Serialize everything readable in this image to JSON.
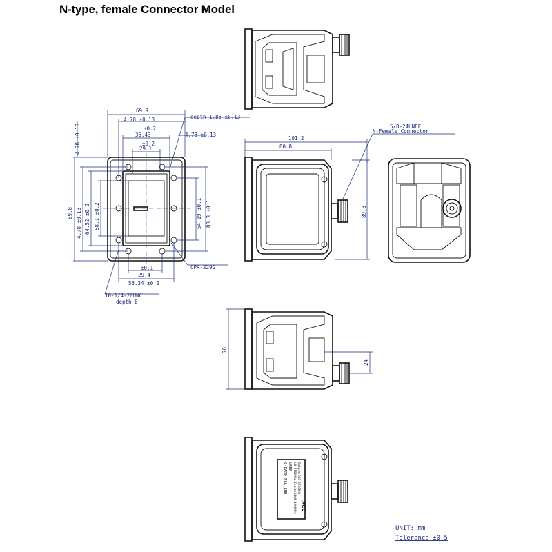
{
  "title": "N-type, female Connector Model",
  "front_view": {
    "dims": {
      "overall_width": "69.9",
      "flange_edge": "4.78 ±0.13",
      "opening_depth": "depth 1.86 ±0.13",
      "tol_02_a": "±0.2",
      "opening_w": "35.43",
      "right_edge": "4.78 ±0.13",
      "tol_02_b": "±0.2",
      "slot_w": "29.1",
      "left_edge_vert": "4.78 ±0.13",
      "overall_height": "89.8",
      "h_4_78": "4.78 ±0.13",
      "h_64_52": "64.52 ±0.2",
      "h_58_1": "58.1 ±0.2",
      "h_54_19": "54.19 ±0.1",
      "h_83_3": "83.3 ±0.1",
      "tol_01": "±0.1",
      "bottom_inner": "29.4",
      "bottom_outer": "53.34 ±0.1",
      "flange_type": "CPR-229G",
      "thread": "10-1/4-20UNC",
      "thread_depth": "depth 8"
    }
  },
  "side_view": {
    "dims": {
      "length_total": "101.2",
      "length_body": "80.8",
      "connector_thread": "5/8-24UNEF",
      "connector_type": "N-Female Connector",
      "height": "89.8"
    }
  },
  "bottom_view": {
    "dims": {
      "height": "76",
      "connector_offset": "24"
    }
  },
  "label_plate": {
    "lines": [
      "C-BAND PLL LNB",
      "LNBF",
      "LO 5150MHz Input:3400-4200MHz",
      "Output:950-1750MHz"
    ],
    "brand": "XCC"
  },
  "notes": {
    "unit": "UNIT: mm",
    "tolerance": "Tolerance ±0.5"
  }
}
